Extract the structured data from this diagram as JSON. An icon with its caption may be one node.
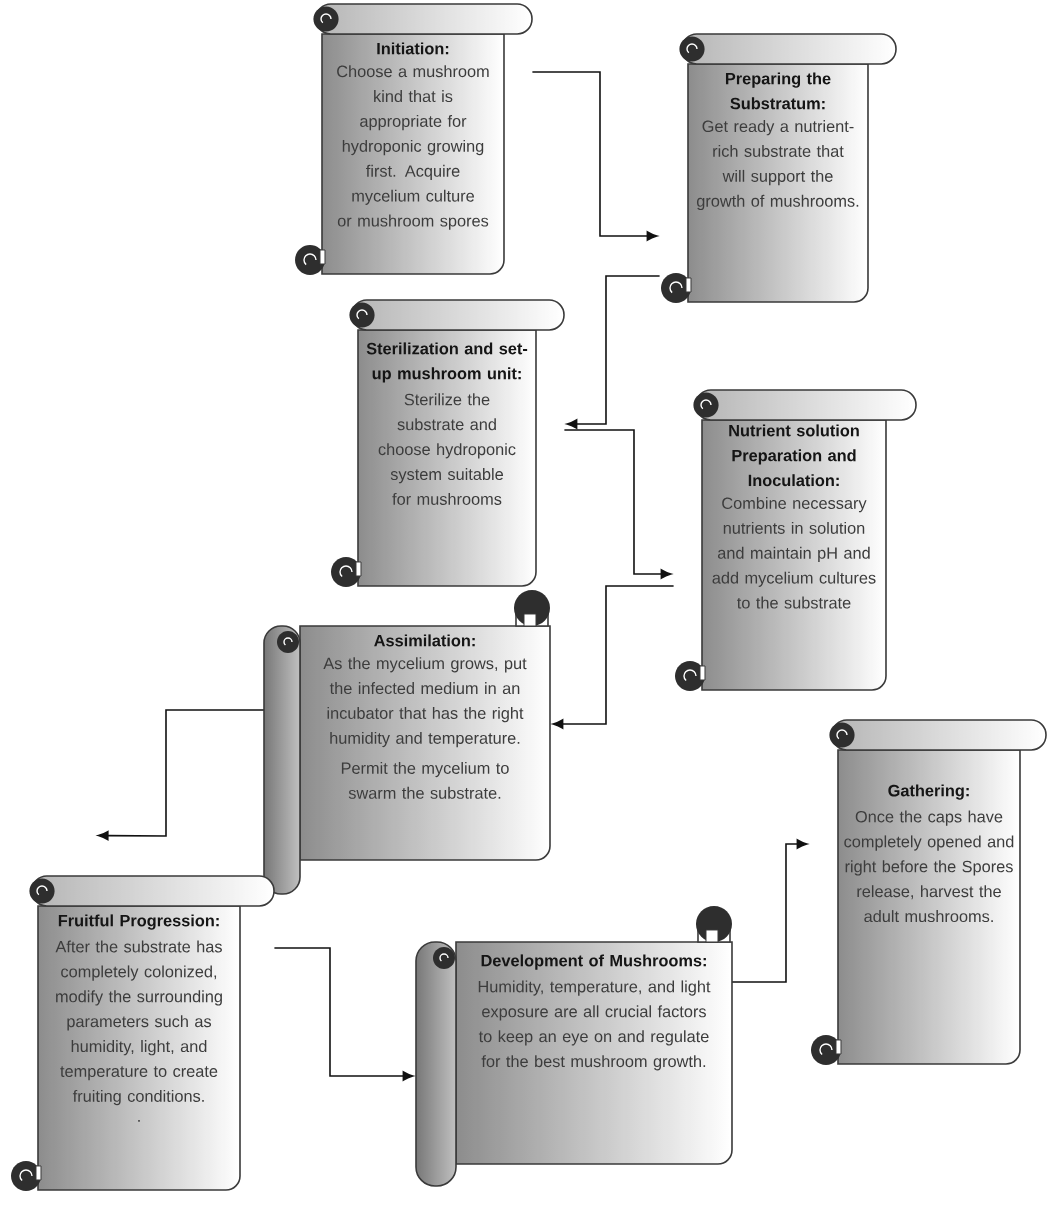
{
  "diagram": {
    "nodes": [
      {
        "text": [
          "Initiation:",
          "Choose a mushroom kind that is appropriate for hydroponic growing first. Acquire mycelium culture or mushroom spores"
        ]
      },
      {
        "text": [
          "Preparing the Substratum:",
          "Get ready a nutrient-rich substrate that will support the growth of mushrooms."
        ]
      },
      {
        "text": [
          "Sterilization and set-up mushroom unit:",
          "Sterilize the substrate and choose hydroponic system suitable for mushrooms"
        ]
      },
      {
        "text": [
          "Nutrient solution Preparation and Inoculation:",
          "Combine necessary nutrients in solution and maintain pH and add mycelium cultures to the substrate"
        ]
      },
      {
        "text": [
          "Assimilation:",
          "As the mycelium grows, put the infected medium in an incubator that has the right humidity and temperature.",
          "Permit the mycelium to swarm the substrate."
        ]
      },
      {
        "text": [
          "Fruitful Progression:",
          "After the substrate has completely colonized, modify the surrounding parameters such as humidity, light, and temperature to create fruiting conditions.",
          "."
        ]
      },
      {
        "text": [
          "Development of Mushrooms:",
          "Humidity, temperature, and light exposure are all crucial factors to keep an eye on and regulate for the best mushroom growth."
        ]
      },
      {
        "text": [
          "Gathering:",
          "Once the caps have completely opened and right before the Spores release, harvest the adult mushrooms."
        ]
      }
    ],
    "edges": [
      {
        "from": 0,
        "to": 1,
        "arrow": "to"
      },
      {
        "from": 1,
        "to": 2,
        "arrow": "to"
      },
      {
        "from": 2,
        "to": 3,
        "arrow": "to"
      },
      {
        "from": 3,
        "to": 4,
        "arrow": "to"
      },
      {
        "from": 4,
        "to": 5,
        "arrow": "to"
      },
      {
        "from": 5,
        "to": 6,
        "arrow": "to"
      },
      {
        "from": 6,
        "to": 7,
        "arrow": "to"
      }
    ]
  }
}
